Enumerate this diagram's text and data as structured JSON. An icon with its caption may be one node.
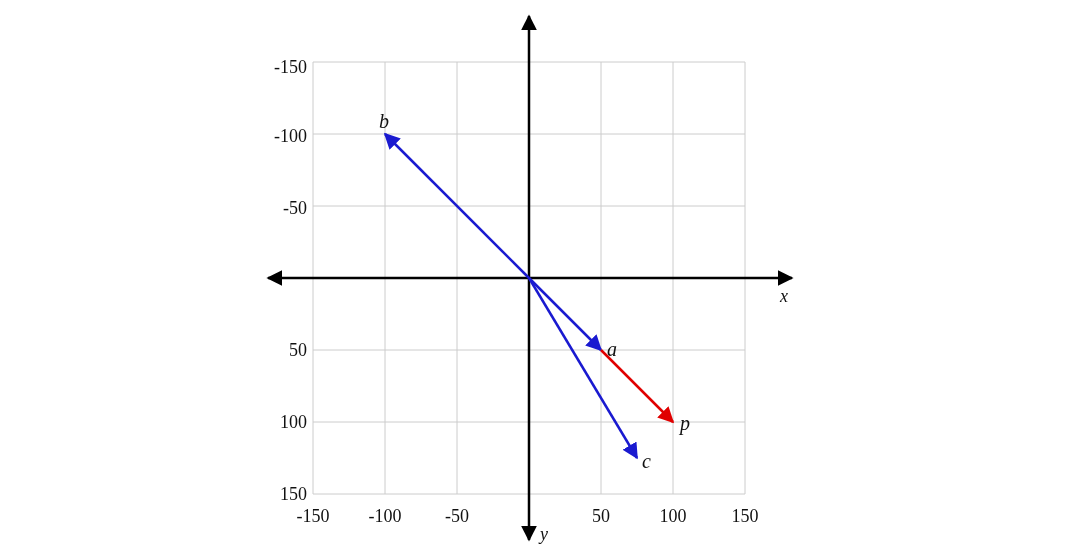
{
  "diagram": {
    "nodes": [
      {
        "text": [
          "b"
        ]
      },
      {
        "text": [
          "a"
        ]
      },
      {
        "text": [
          "p"
        ]
      },
      {
        "text": [
          "c"
        ]
      }
    ],
    "edges": [
      {
        "from": null,
        "to": 1,
        "arrow": "to"
      },
      {
        "from": null,
        "to": 0,
        "arrow": "to"
      },
      {
        "from": null,
        "to": 3,
        "arrow": "to"
      },
      {
        "from": 1,
        "to": 2,
        "arrow": "to",
        "color": "#e00000"
      }
    ],
    "labels": [
      "-150",
      "-100",
      "-50",
      "x",
      "50",
      "100",
      "150",
      "-150",
      "-100",
      "-50",
      "50",
      "100",
      "150",
      "y"
    ]
  }
}
